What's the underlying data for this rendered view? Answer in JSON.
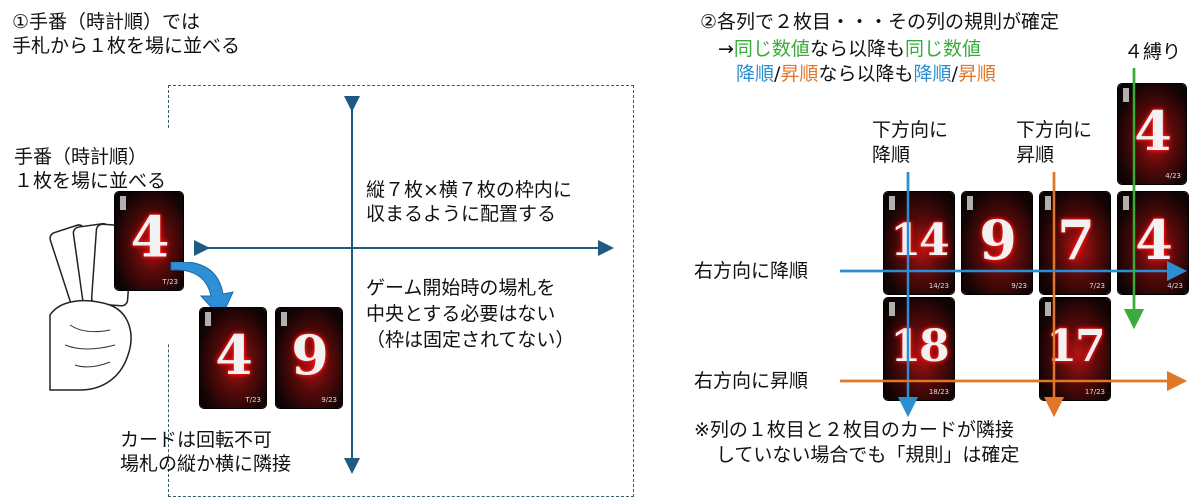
{
  "step1": {
    "title_line1": "①手番（時計順）では",
    "title_line2": "手札から１枚を場に並べる"
  },
  "hand": {
    "line1": "手番（時計順）",
    "line2": "１枚を場に並べる"
  },
  "board_rule": {
    "line1": "縦７枚×横７枚の枠内に",
    "line2": "収まるように配置する"
  },
  "start_rule": {
    "line1": "ゲーム開始時の場札を",
    "line2": "中央とする必要はない",
    "line3": "（枠は固定されてない）"
  },
  "placement_rule": {
    "line1": "カードは回転不可",
    "line2": "場札の縦か横に隣接"
  },
  "step2": {
    "title": "②各列で２枚目・・・その列の規則が確定",
    "arrow": "→",
    "same_value": "同じ数値",
    "mid1": "なら以降も",
    "same_value2": "同じ数値",
    "desc": "降順",
    "slash": "/",
    "asc": "昇順",
    "mid2": "なら以降も",
    "desc2": "降順",
    "slash2": "/",
    "asc2": "昇順"
  },
  "labels": {
    "fours": "４縛り",
    "down_desc_1": "下方向に",
    "down_desc_2": "降順",
    "down_asc_1": "下方向に",
    "down_asc_2": "昇順",
    "right_desc": "右方向に降順",
    "right_asc": "右方向に昇順"
  },
  "note": {
    "line1": "※列の１枚目と２枚目のカードが隣接",
    "line2": "していない場合でも「規則」は確定"
  },
  "cards": {
    "hand_card": "4",
    "placed_a": "4",
    "placed_b": "9",
    "r1c1": "14",
    "r1c2": "9",
    "r1c3": "7",
    "r1c4": "4",
    "r2c1": "18",
    "r2c3": "17",
    "top_four": "4"
  },
  "colors": {
    "green": "#3aaa3a",
    "blue": "#2a8ed0",
    "orange": "#e0762a",
    "axis": "#1d5b82"
  }
}
